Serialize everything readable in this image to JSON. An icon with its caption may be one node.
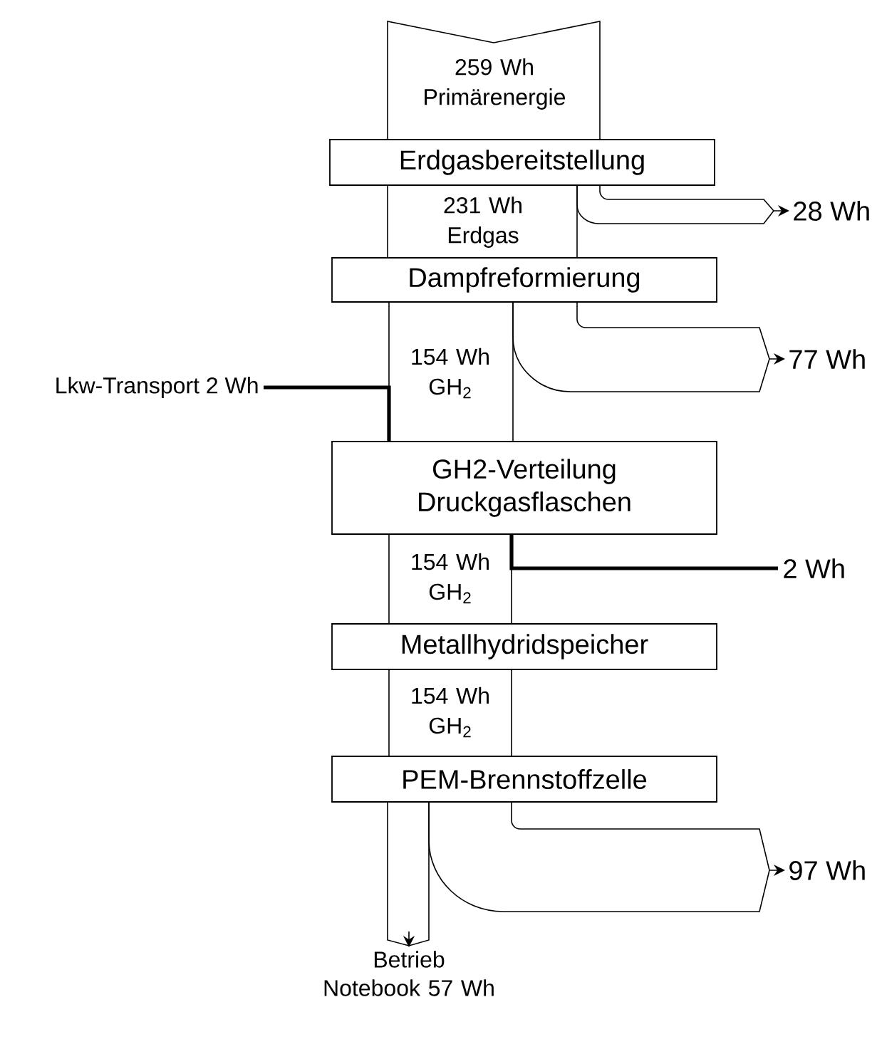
{
  "diagram": {
    "nodes": [
      {
        "text": [
          "Erdgasbereitstellung"
        ]
      },
      {
        "text": [
          "Dampfreformierung"
        ]
      },
      {
        "text": [
          "GH2-Verteilung Druckgasflaschen"
        ]
      },
      {
        "text": [
          "Metallhydridspeicher"
        ]
      },
      {
        "text": [
          "PEM-Brennstoffzelle"
        ]
      },
      {
        "text": [
          "28 Wh"
        ]
      },
      {
        "text": [
          "77 Wh"
        ]
      },
      {
        "text": [
          "Lkw-Transport 2 Wh"
        ]
      },
      {
        "text": [
          "2 Wh"
        ]
      },
      {
        "text": [
          "97 Wh"
        ]
      },
      {
        "text": [
          "Betrieb Notebook 57 Wh"
        ]
      }
    ],
    "edges": [
      {
        "from": null,
        "to": 0,
        "arrow": "none",
        "label": "259 Wh Primärenergie"
      },
      {
        "from": 0,
        "to": 1,
        "arrow": "none",
        "label": "231 Wh Erdgas"
      },
      {
        "from": 0,
        "to": 5,
        "arrow": "to"
      },
      {
        "from": 1,
        "to": 2,
        "arrow": "none",
        "label": "154 Wh GH$_{2}$"
      },
      {
        "from": 1,
        "to": 6,
        "arrow": "to"
      },
      {
        "from": 7,
        "to": 2,
        "arrow": "none",
        "style": "thick"
      },
      {
        "from": 2,
        "to": 3,
        "arrow": "none",
        "label": "154 Wh GH$_{2}$"
      },
      {
        "from": 2,
        "to": 8,
        "arrow": "none",
        "style": "thick"
      },
      {
        "from": 3,
        "to": 4,
        "arrow": "none",
        "label": "154 Wh GH$_{2}$"
      },
      {
        "from": 4,
        "to": 9,
        "arrow": "to"
      },
      {
        "from": 4,
        "to": 10,
        "arrow": "to"
      }
    ]
  }
}
